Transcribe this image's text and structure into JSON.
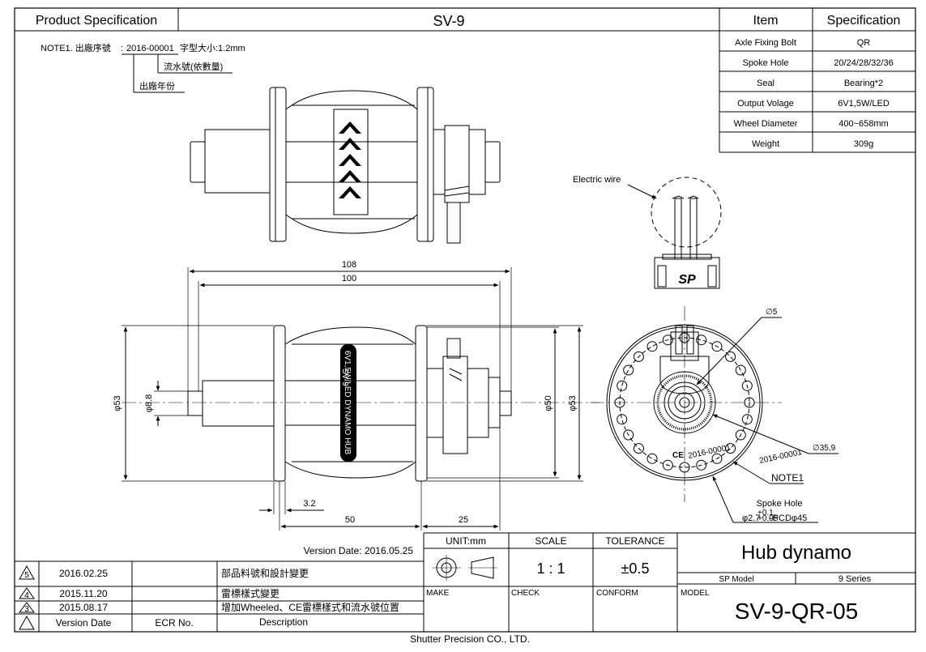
{
  "header": {
    "left_title": "Product Specification",
    "center_title": "SV-9"
  },
  "spec_table": {
    "col_item": "Item",
    "col_spec": "Specification",
    "rows": [
      {
        "item": "Axle Fixing Bolt",
        "spec": "QR"
      },
      {
        "item": "Spoke Hole",
        "spec": "20/24/28/32/36"
      },
      {
        "item": "Seal",
        "spec": "Bearing*2"
      },
      {
        "item": "Output Volage",
        "spec": "6V1,5W/LED"
      },
      {
        "item": "Wheel Diameter",
        "spec": "400~658mm"
      },
      {
        "item": "Weight",
        "spec": "309g"
      }
    ]
  },
  "note": {
    "prefix": "NOTE1. 出廠序號",
    "serial": "2016-00001",
    "font_size": "字型大小:1.2mm",
    "flow_no": "流水號(依數量)",
    "year": "出廠年份"
  },
  "dimensions": {
    "d108": "108",
    "d100": "100",
    "d53_left": "φ53",
    "d8_8": "φ8.8",
    "d50": "φ50",
    "d53_right": "φ53",
    "d3_2": "3.2",
    "d50_len": "50",
    "d25": "25",
    "d5": "∅5",
    "d35_9": "∅35,9",
    "note1": "NOTE1",
    "spoke_hole_label": "Spoke Hole",
    "spoke_hole_spec": "φ2.7",
    "spoke_hole_tol_up": "+0.1",
    "spoke_hole_tol_dn": "+0.05",
    "spoke_hole_pcd": "-PCDφ45",
    "electric_wire": "Electric wire"
  },
  "hub_print": {
    "line1": "6V1,5W/LED DYNAMO HUB",
    "line2": "SV-9",
    "serial_small": "2016-00001"
  },
  "title_block": {
    "version_date": "Version Date: 2016.05.25",
    "revisions": [
      {
        "rev": "5",
        "date": "2016.02.25",
        "ecr": "",
        "desc": "部品料號和設計變更"
      },
      {
        "rev": "4",
        "date": "2015.11.20",
        "ecr": "",
        "desc": "雷標樣式變更"
      },
      {
        "rev": "3",
        "date": "2015.08.17",
        "ecr": "",
        "desc": "增加Wheeled、CE雷標樣式和流水號位置"
      },
      {
        "rev": "",
        "date": "Version Date",
        "ecr": "ECR No.",
        "desc": "Description"
      }
    ],
    "unit": "UNIT:mm",
    "scale_label": "SCALE",
    "scale": "1 : 1",
    "tol_label": "TOLERANCE",
    "tol": "±0.5",
    "make": "MAKE",
    "check": "CHECK",
    "conform": "CONFORM",
    "product": "Hub dynamo",
    "sp_model": "SP Model",
    "series": "9 Series",
    "model_label": "MODEL",
    "model": "SV-9-QR-05",
    "company": "Shutter Precision CO., LTD."
  }
}
